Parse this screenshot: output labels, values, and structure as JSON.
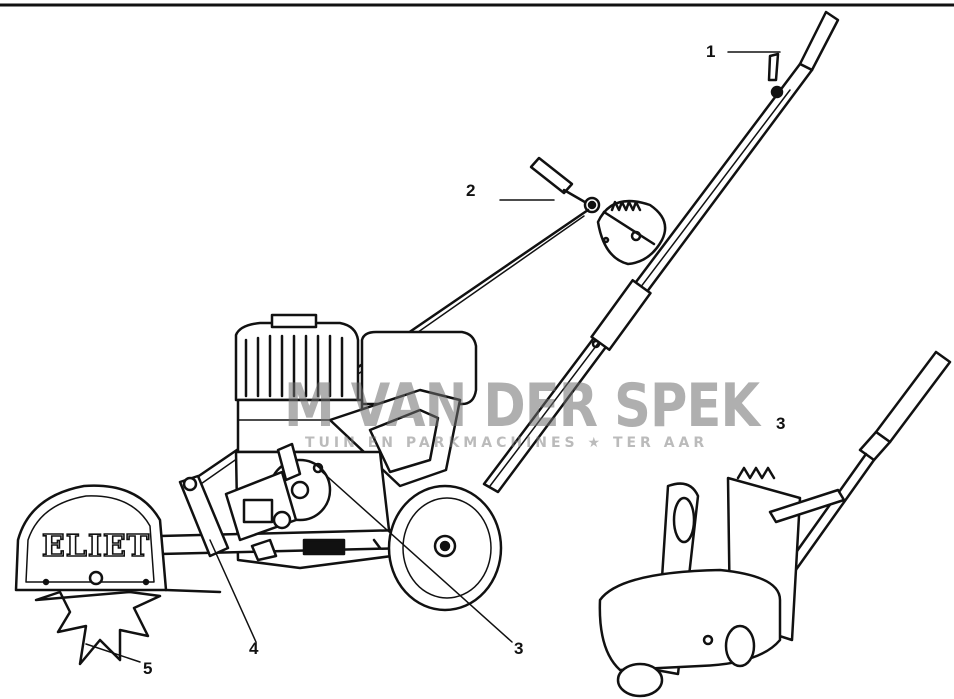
{
  "callouts": {
    "c1": "1",
    "c2": "2",
    "c3_detail": "3",
    "c3_main": "3",
    "c4": "4",
    "c5": "5"
  },
  "brand_logo_text": "ELIET",
  "watermark": {
    "main": "M   VAN DER SPEK",
    "sub": "TUIN EN PARKMACHINES ★ TER AAR"
  },
  "colors": {
    "ink": "#111111",
    "paper": "#ffffff"
  }
}
